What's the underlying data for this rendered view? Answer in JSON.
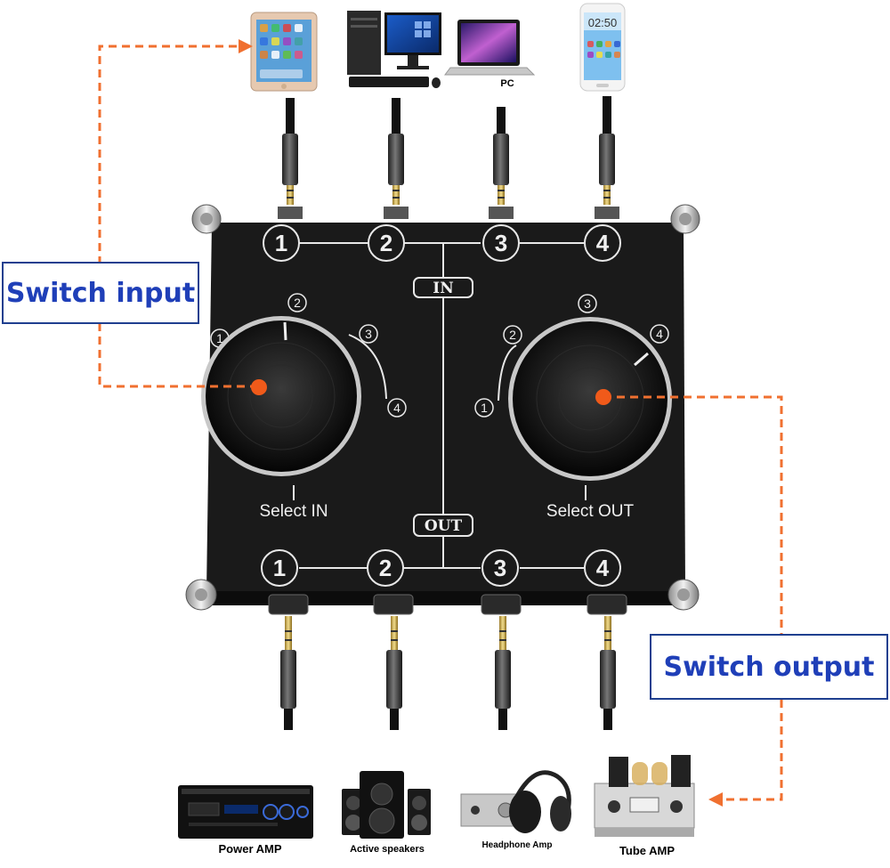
{
  "callouts": {
    "switch_input": "Switch input",
    "switch_output": "Switch output"
  },
  "panel": {
    "in_label": "IN",
    "out_label": "OUT",
    "knob_in_label": "Select IN",
    "knob_out_label": "Select OUT",
    "port_numbers": [
      "1",
      "2",
      "3",
      "4"
    ],
    "dial_numbers": [
      "1",
      "2",
      "3",
      "4"
    ]
  },
  "source_devices": [
    {
      "name": "tablet-device",
      "label": ""
    },
    {
      "name": "desktop-computer-device",
      "label": ""
    },
    {
      "name": "laptop-device",
      "label": "PC"
    },
    {
      "name": "smartphone-device",
      "label": ""
    }
  ],
  "phone_clock": "02:50",
  "output_devices": [
    {
      "name": "power-amp-device",
      "label": "Power AMP"
    },
    {
      "name": "active-speakers-device",
      "label": "Active speakers"
    },
    {
      "name": "headphone-amp-device",
      "label": "Headphone Amp"
    },
    {
      "name": "tube-amp-device",
      "label": "Tube AMP"
    }
  ],
  "colors": {
    "arrow": "#f07030",
    "callout_text": "#1f3fb8",
    "callout_border": "#1f3f8f",
    "panel": "#181818",
    "panel_lines": "#e8e8e8"
  }
}
